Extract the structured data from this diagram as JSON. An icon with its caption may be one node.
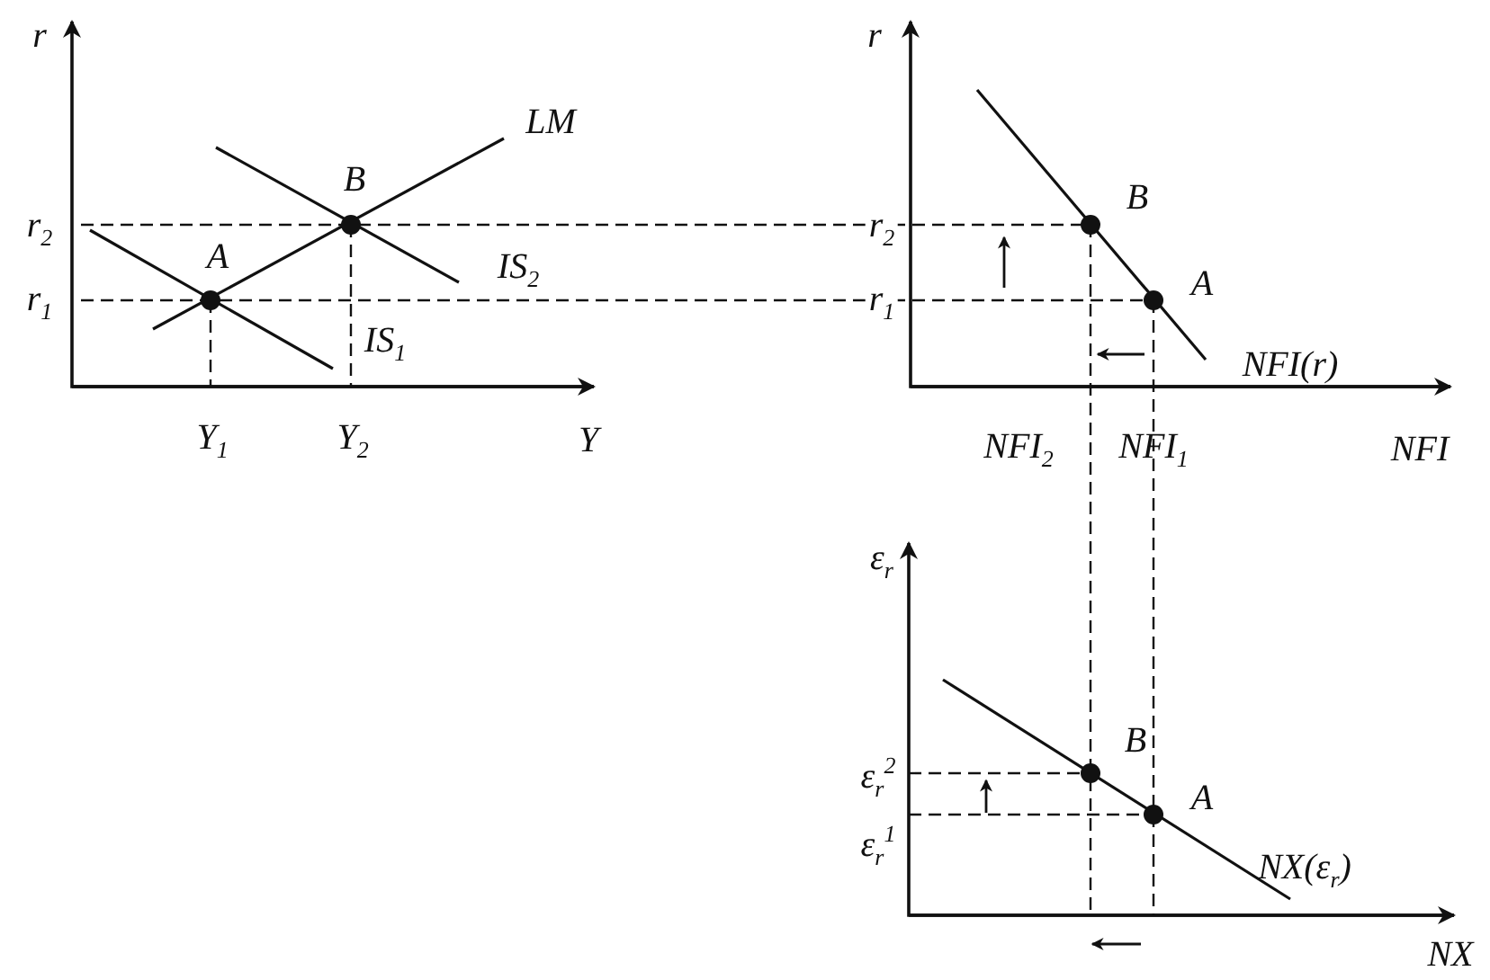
{
  "diagram": {
    "labels": [
      "r",
      "LM",
      "B",
      "r$_{2}$",
      "IS$_{2}$",
      "r$_{1}$",
      "A",
      "IS$_{1}$",
      "Y$_{1}$",
      "Y$_{2}$",
      "Y",
      "r",
      "B",
      "r$_{2}$",
      "A",
      "r$_{1}$",
      "NFI(r)",
      "NFI$_{2}$",
      "NFI$_{1}$",
      "NFI",
      "ε$_{r}$",
      "B",
      "ε$_{r}$$^{2}$",
      "A",
      "ε$_{r}$$^{1}$",
      "NX(ε$_{r}$)",
      "NX"
    ]
  }
}
